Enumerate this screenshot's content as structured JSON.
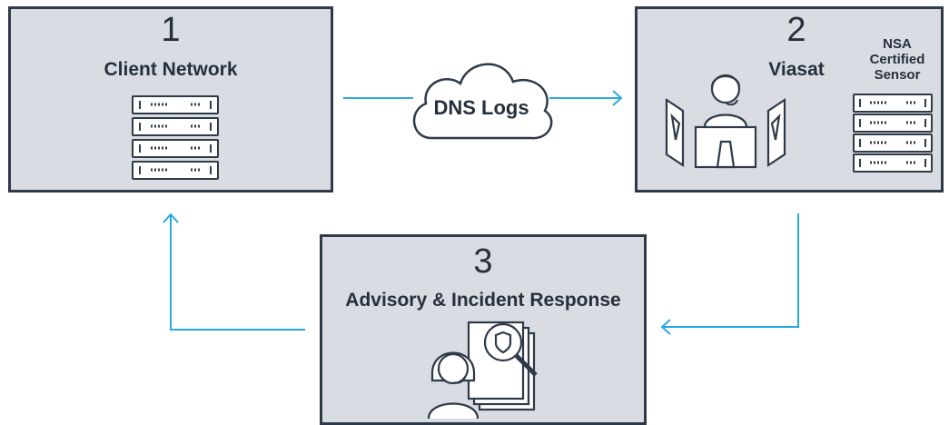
{
  "step1": {
    "number": "1",
    "title": "Client Network"
  },
  "step2": {
    "number": "2",
    "title": "Viasat",
    "sensor_label": "NSA Certified Sensor"
  },
  "step3": {
    "number": "3",
    "title": "Advisory & Incident Response"
  },
  "cloud": {
    "label": "DNS Logs"
  },
  "colors": {
    "box_fill": "#d9dde3",
    "box_border": "#2f3a48",
    "arrow": "#29a8e0",
    "icon": "#2f3a48"
  }
}
